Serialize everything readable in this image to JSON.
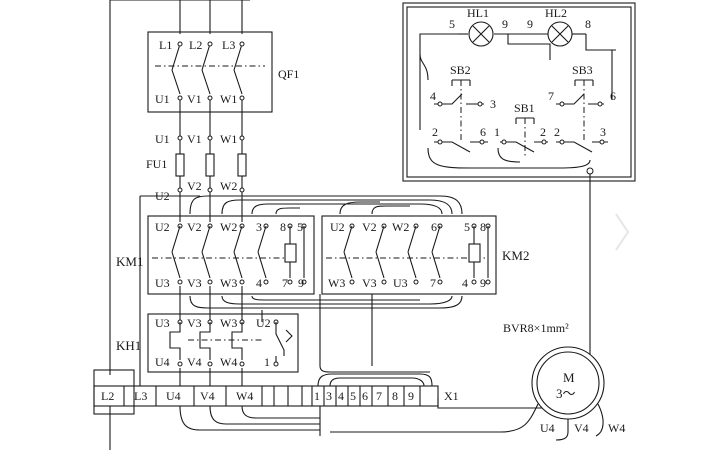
{
  "qf1": {
    "name": "QF1",
    "top": [
      "L1",
      "L2",
      "L3"
    ],
    "bottom": [
      "U1",
      "V1",
      "W1"
    ]
  },
  "fu1": {
    "name": "FU1",
    "top": [
      "U1",
      "V1",
      "W1"
    ],
    "bottom": [
      "U2",
      "V2",
      "W2"
    ]
  },
  "km1": {
    "name": "KM1",
    "top": [
      "U2",
      "V2",
      "W2",
      "3",
      "8",
      "5"
    ],
    "bottom": [
      "U3",
      "V3",
      "W3",
      "4",
      "7",
      "9"
    ]
  },
  "km2": {
    "name": "KM2",
    "top": [
      "U2",
      "V2",
      "W2",
      "6",
      "5",
      "8"
    ],
    "bottom": [
      "W3",
      "V3",
      "U3",
      "7",
      "4",
      "9"
    ]
  },
  "kh1": {
    "name": "KH1",
    "top": [
      "U3",
      "V3",
      "W3",
      "U2"
    ],
    "bottom": [
      "U4",
      "V4",
      "W4",
      "1"
    ]
  },
  "panel": {
    "lamps": [
      "HL1",
      "HL2"
    ],
    "lamp_nodes": [
      "5",
      "9",
      "9",
      "8"
    ],
    "sb2": {
      "name": "SB2",
      "nodes": [
        "4",
        "3",
        "2",
        "6"
      ]
    },
    "sb1": {
      "name": "SB1",
      "nodes": [
        "1",
        "2"
      ]
    },
    "sb3": {
      "name": "SB3",
      "nodes": [
        "7",
        "6",
        "2",
        "3"
      ]
    }
  },
  "cable": "BVR8×1mm²",
  "terminal_strip": {
    "left": [
      "L2",
      "L3",
      "U4",
      "V4",
      "W4"
    ],
    "right": [
      "1",
      "3",
      "4",
      "5",
      "6",
      "7",
      "8",
      "9"
    ],
    "name": "X1"
  },
  "motor": {
    "name": "M",
    "phase": "3～",
    "leads": [
      "U4",
      "V4",
      "W4"
    ]
  }
}
